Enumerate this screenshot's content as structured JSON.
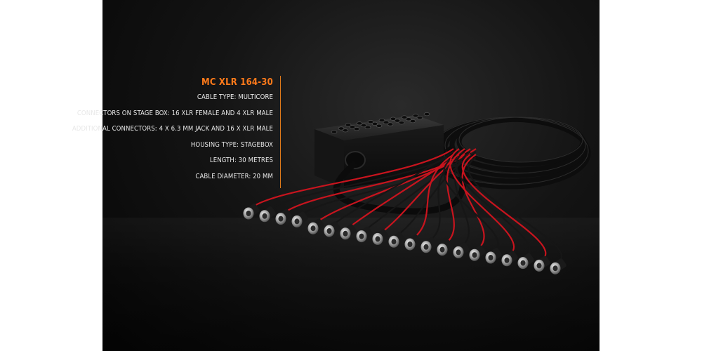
{
  "product": {
    "title": "MC XLR 164-30",
    "specs": [
      "CABLE TYPE: MULTICORE",
      "CONNECTORS ON STAGE BOX: 16 XLR FEMALE AND 4 XLR MALE",
      "ADDITIONAL CONNECTORS: 4 X 6.3 MM JACK AND 16 X XLR MALE",
      "HOUSING TYPE: STAGEBOX",
      "LENGTH: 30 METRES",
      "CABLE DIAMETER: 20 MM"
    ]
  },
  "colors": {
    "accent": "#ff7a1a",
    "text": "#e8e8e8",
    "background": "#0c0c0c",
    "cable_red": "#c8141e"
  }
}
